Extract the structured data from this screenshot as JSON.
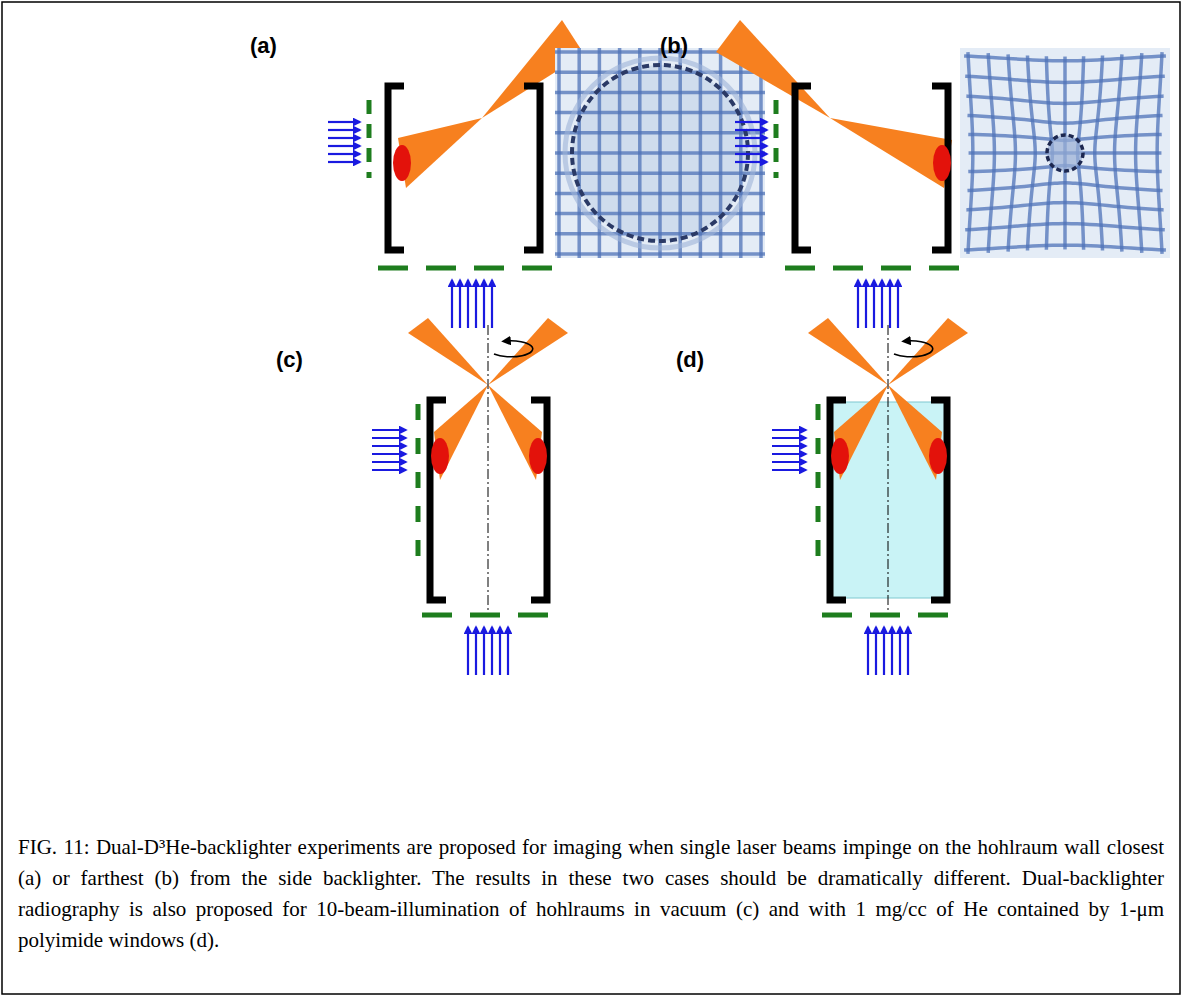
{
  "diagram": {
    "caption": "FIG. 11: Dual-D³He-backlighter experiments are proposed for imaging when single laser beams impinge on the hohlraum wall closest (a) or farthest (b) from the side backlighter. The results in these two cases should be dramatically different. Dual-backlighter radiography is also proposed for 10-beam-illumination of hohlraums in vacuum (c) and with 1 mg/cc of He contained by 1-μm polyimide windows (d).",
    "labels": [
      "(a)",
      "(b)",
      "(c)",
      "(d)"
    ]
  }
}
